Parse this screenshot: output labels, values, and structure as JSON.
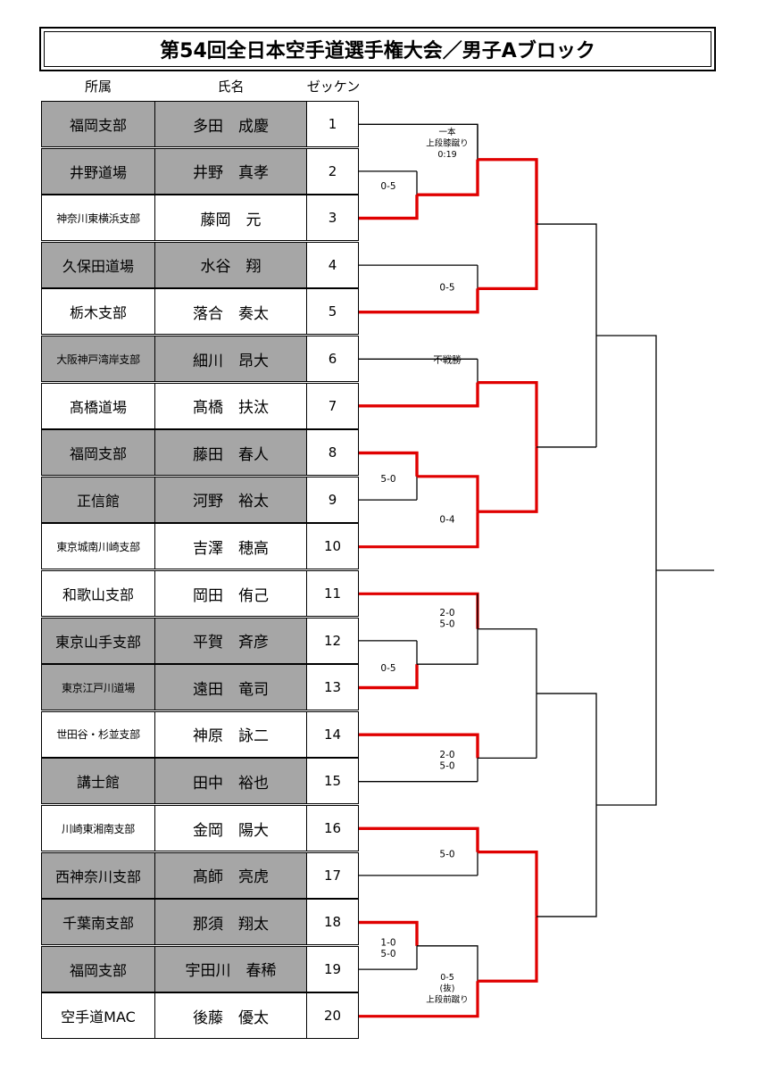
{
  "title": "第54回全日本空手道選手権大会／男子Aブロック",
  "headers": {
    "affiliation": "所属",
    "name": "氏名",
    "bib": "ゼッケン"
  },
  "entries": [
    {
      "affiliation": "福岡支部",
      "name": "多田　成慶",
      "bib": "1",
      "shaded": true
    },
    {
      "affiliation": "井野道場",
      "name": "井野　真孝",
      "bib": "2",
      "shaded": true
    },
    {
      "affiliation": "神奈川東横浜支部",
      "name": "藤岡　元",
      "bib": "3",
      "shaded": false
    },
    {
      "affiliation": "久保田道場",
      "name": "水谷　翔",
      "bib": "4",
      "shaded": true
    },
    {
      "affiliation": "栃木支部",
      "name": "落合　奏太",
      "bib": "5",
      "shaded": false
    },
    {
      "affiliation": "大阪神戸湾岸支部",
      "name": "細川　昂大",
      "bib": "6",
      "shaded": true
    },
    {
      "affiliation": "髙橋道場",
      "name": "髙橋　扶汰",
      "bib": "7",
      "shaded": false
    },
    {
      "affiliation": "福岡支部",
      "name": "藤田　春人",
      "bib": "8",
      "shaded": true
    },
    {
      "affiliation": "正信館",
      "name": "河野　裕太",
      "bib": "9",
      "shaded": true
    },
    {
      "affiliation": "東京城南川崎支部",
      "name": "吉澤　穂高",
      "bib": "10",
      "shaded": false
    },
    {
      "affiliation": "和歌山支部",
      "name": "岡田　侑己",
      "bib": "11",
      "shaded": false
    },
    {
      "affiliation": "東京山手支部",
      "name": "平賀　斉彦",
      "bib": "12",
      "shaded": true
    },
    {
      "affiliation": "東京江戸川道場",
      "name": "遠田　竜司",
      "bib": "13",
      "shaded": true
    },
    {
      "affiliation": "世田谷・杉並支部",
      "name": "神原　詠二",
      "bib": "14",
      "shaded": false
    },
    {
      "affiliation": "講士館",
      "name": "田中　裕也",
      "bib": "15",
      "shaded": true
    },
    {
      "affiliation": "川崎東湘南支部",
      "name": "金岡　陽大",
      "bib": "16",
      "shaded": false
    },
    {
      "affiliation": "西神奈川支部",
      "name": "髙師　亮虎",
      "bib": "17",
      "shaded": true
    },
    {
      "affiliation": "千葉南支部",
      "name": "那須　翔太",
      "bib": "18",
      "shaded": true
    },
    {
      "affiliation": "福岡支部",
      "name": "宇田川　春稀",
      "bib": "19",
      "shaded": true
    },
    {
      "affiliation": "空手道MAC",
      "name": "後藤　優太",
      "bib": "20",
      "shaded": false
    }
  ],
  "match_results": [
    [
      "一本",
      "上段膝蹴り",
      "0:19"
    ],
    [
      "0-5"
    ],
    [
      "0-5"
    ],
    [
      "不戦勝"
    ],
    [
      "5-0"
    ],
    [
      "0-4"
    ],
    [
      "2-0",
      "5-0"
    ],
    [
      "0-5"
    ],
    [
      "2-0",
      "5-0"
    ],
    [
      "5-0"
    ],
    [
      "1-0",
      "5-0"
    ],
    [
      "0-5",
      "(抜)",
      "上段前蹴り"
    ]
  ],
  "colors": {
    "winner_line": "#e00000",
    "bracket_line": "#000000",
    "shaded_cell": "#a6a6a6"
  }
}
